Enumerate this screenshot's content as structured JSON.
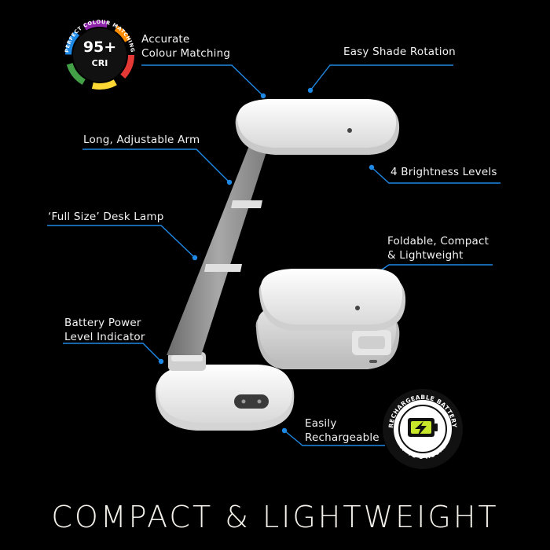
{
  "features": {
    "colour": "Accurate\nColour Matching",
    "rotation": "Easy Shade Rotation",
    "arm": "Long, Adjustable Arm",
    "brightness": "4 Brightness Levels",
    "fullsize": "‘Full Size’ Desk Lamp",
    "foldable": "Foldable, Compact\n& Lightweight",
    "battery": "Battery Power\nLevel Indicator",
    "recharge": "Easily\nRechargeable"
  },
  "cri_badge": {
    "number": "95+",
    "unit": "CRI",
    "ring_text": "PERFECT COLOUR MATCHING"
  },
  "battery_badge": {
    "top_text": "RECHARGEABLE BATTERY",
    "bottom_text": "UP TO 8 HOURS"
  },
  "headline": "COMPACT & LIGHTWEIGHT",
  "colors": {
    "line": "#1e88e5",
    "background": "#000000",
    "accent_green": "#c8e62a"
  }
}
